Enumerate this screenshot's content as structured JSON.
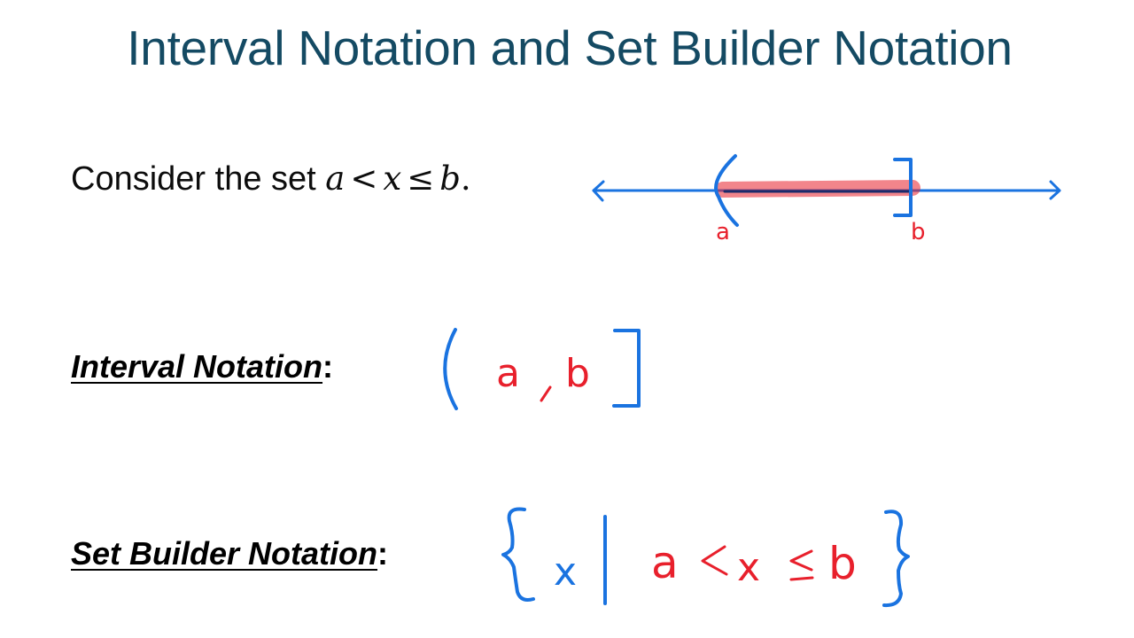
{
  "slide": {
    "title": "Interval Notation and Set Builder Notation",
    "title_color": "#144a63",
    "consider": {
      "prefix": "Consider the set ",
      "math": {
        "a": "a",
        "lt": "<",
        "x": "x",
        "le": "≤",
        "b": "b",
        "period": "."
      }
    },
    "interval_label": {
      "text": "Interval Notation",
      "colon": ":"
    },
    "setbuilder_label": {
      "text": "Set Builder Notation",
      "colon": ":"
    }
  },
  "annotations": {
    "ink_blue": "#1a73e0",
    "ink_red": "#e8202c",
    "number_line": {
      "left_endpoint_label": "a",
      "right_endpoint_label": "b",
      "left_bracket": "(",
      "right_bracket": "]"
    },
    "interval_notation": {
      "open": "(",
      "a": "a",
      "comma": ",",
      "b": "b",
      "close": "]"
    },
    "set_builder": {
      "open_brace": "{",
      "variable": "x",
      "bar": "|",
      "a": "a",
      "lt": "<",
      "x": "x",
      "le": "≤",
      "b": "b",
      "close_brace": "}"
    }
  }
}
